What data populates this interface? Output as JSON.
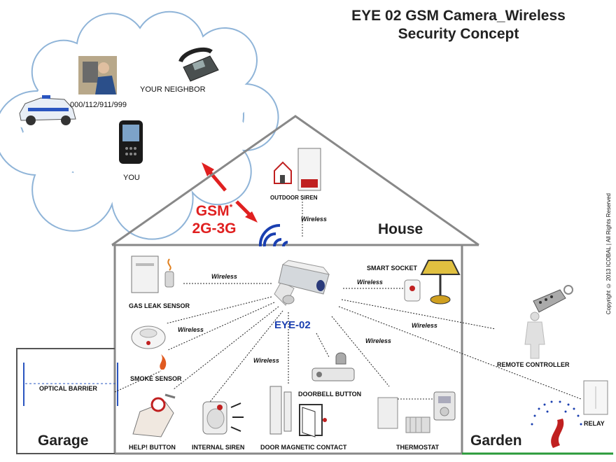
{
  "title": {
    "line1": "EYE 02 GSM Camera_Wireless",
    "line2": "Security Concept"
  },
  "cloud": {
    "emergency": "000/112/911/999",
    "neighbor": "YOUR NEIGHBOR",
    "you": "YOU"
  },
  "gsm": {
    "line1": "GSM",
    "asterisk": "*",
    "line2": "2G-3G"
  },
  "areas": {
    "house": "House",
    "garage": "Garage",
    "garden": "Garden"
  },
  "center": "EYE-02",
  "wireless": "Wireless",
  "devices": {
    "outdoor_siren": "OUTDOOR SIREN",
    "gas_leak": "GAS LEAK SENSOR",
    "smart_socket": "SMART SOCKET",
    "smoke": "SMOKE SENSOR",
    "optical": "OPTICAL BARRIER",
    "doorbell": "DOORBELL BUTTON",
    "help": "HELP! BUTTON",
    "internal_siren": "INTERNAL SIREN",
    "door_contact": "DOOR MAGNETIC CONTACT",
    "thermostat": "THERMOSTAT",
    "remote": "REMOTE CONTROLLER",
    "relay": "RELAY"
  },
  "copyright": "Copyright © 2013 ICOBAL | All Rights Reserved",
  "colors": {
    "accent_red": "#e02020",
    "eye_blue": "#1a3fb0",
    "garden_green": "#2a9a3a"
  }
}
